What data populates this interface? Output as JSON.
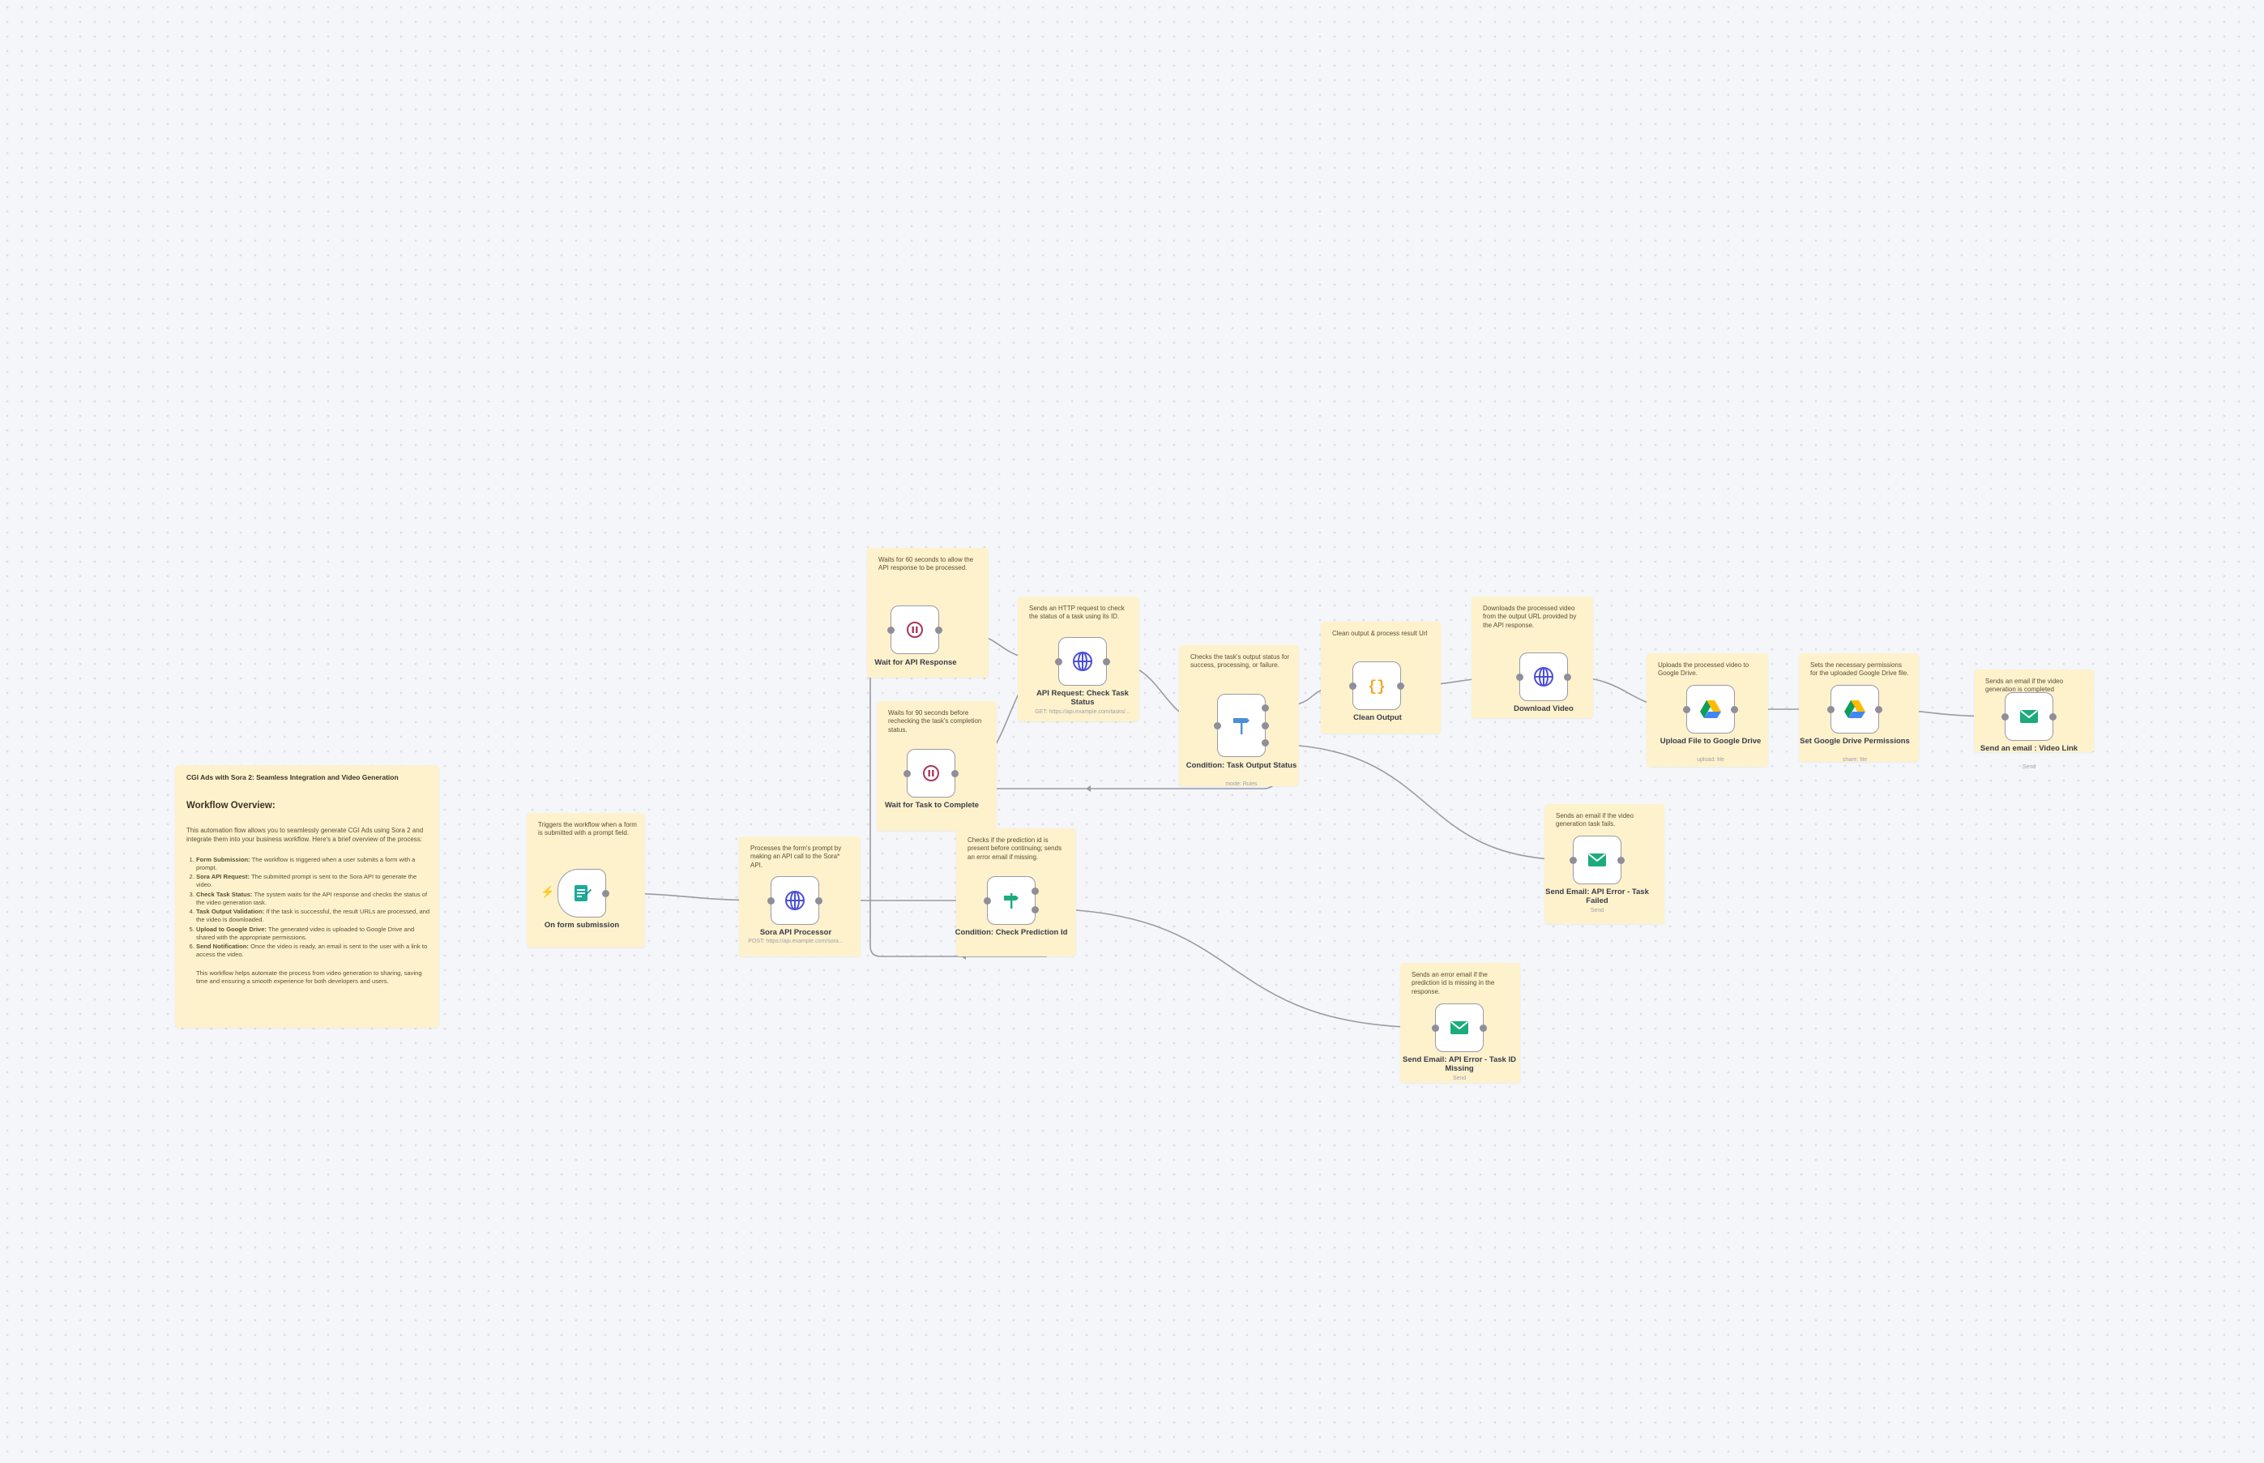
{
  "colors": {
    "canvas": "#f5f6f9",
    "sticky": "#fdf2cc",
    "edge": "#9a9aa6",
    "node_border": "#9a9aa6",
    "http_icon": "#4a4ed8",
    "wait_icon": "#a8375c",
    "if_icon": "#1bab7d",
    "code_icon": "#f5a623",
    "email_icon": "#1bab7d",
    "trigger_accent": "#ff6d5a"
  },
  "overview": {
    "title": "CGI Ads with Sora 2: Seamless Integration and Video Generation",
    "heading": "Workflow Overview:",
    "intro": "This automation flow allows you to seamlessly generate CGI Ads using Sora 2 and integrate them into your business workflow. Here's a brief overview of the process:",
    "steps": [
      {
        "label": "Form Submission:",
        "text": "The workflow is triggered when a user submits a form with a prompt."
      },
      {
        "label": "Sora API Request:",
        "text": "The submitted prompt is sent to the Sora API to generate the video."
      },
      {
        "label": "Check Task Status:",
        "text": "The system waits for the API response and checks the status of the video generation task."
      },
      {
        "label": "Task Output Validation:",
        "text": "If the task is successful, the result URLs are processed, and the video is downloaded."
      },
      {
        "label": "Upload to Google Drive:",
        "text": "The generated video is uploaded to Google Drive and shared with the appropriate permissions."
      },
      {
        "label": "Send Notification:",
        "text": "Once the video is ready, an email is sent to the user with a link to access the video."
      }
    ],
    "outro": "This workflow helps automate the process from video generation to sharing, saving time and ensuring a smooth experience for both developers and users."
  },
  "stickies": {
    "form": "Triggers the workflow when a form is submitted with a prompt field.",
    "sora": "Processes the form's prompt by making an API call to the Sora* API.",
    "wait_api": "Waits for 60 seconds to allow the API response to be processed.",
    "wait_task": "Waits for 90 seconds before rechecking the task's completion status.",
    "check_pred": "Checks if the prediction id is present before continuing; sends an error email if missing.",
    "api_check": "Sends an HTTP request to check the status of a task using its ID.",
    "cond_output": "Checks the task's output status for success, processing, or failure.",
    "clean": "Clean output & process result Url",
    "download": "Downloads the processed video from the output URL provided by the API response.",
    "upload": "Uploads the processed video to Google Drive.",
    "permissions": "Sets the necessary permissions for the uploaded Google Drive file.",
    "email_link": "Sends an email if the video generation is completed",
    "email_failed": "Sends an email if the video generation task fails.",
    "email_missing": "Sends an error email if the prediction id is missing in the response."
  },
  "nodes": {
    "form": {
      "label": "On form submission",
      "sub": ""
    },
    "sora": {
      "label": "Sora API Processor",
      "sub": "POST: https://api.example.com/sora..."
    },
    "wait_api": {
      "label": "Wait for API Response",
      "sub": ""
    },
    "wait_task": {
      "label": "Wait for Task to Complete",
      "sub": ""
    },
    "check_pred": {
      "label": "Condition: Check Prediction Id",
      "sub": ""
    },
    "api_check": {
      "label": "API Request: Check Task Status",
      "sub": "GET: https://api.example.com/tasks/..."
    },
    "cond_output": {
      "label": "Condition: Task Output Status",
      "sub": "mode: Rules"
    },
    "clean": {
      "label": "Clean Output",
      "sub": ""
    },
    "download": {
      "label": "Download Video",
      "sub": ""
    },
    "upload": {
      "label": "Upload File to Google Drive",
      "sub": "upload: file"
    },
    "permissions": {
      "label": "Set Google Drive Permissions",
      "sub": "share: file"
    },
    "email_link": {
      "label": "Send an email : Video Link",
      "sub": "Send"
    },
    "email_failed": {
      "label": "Send Email: API Error - Task Failed",
      "sub": "Send"
    },
    "email_missing": {
      "label": "Send Email: API Error - Task ID Missing",
      "sub": "Send"
    }
  }
}
